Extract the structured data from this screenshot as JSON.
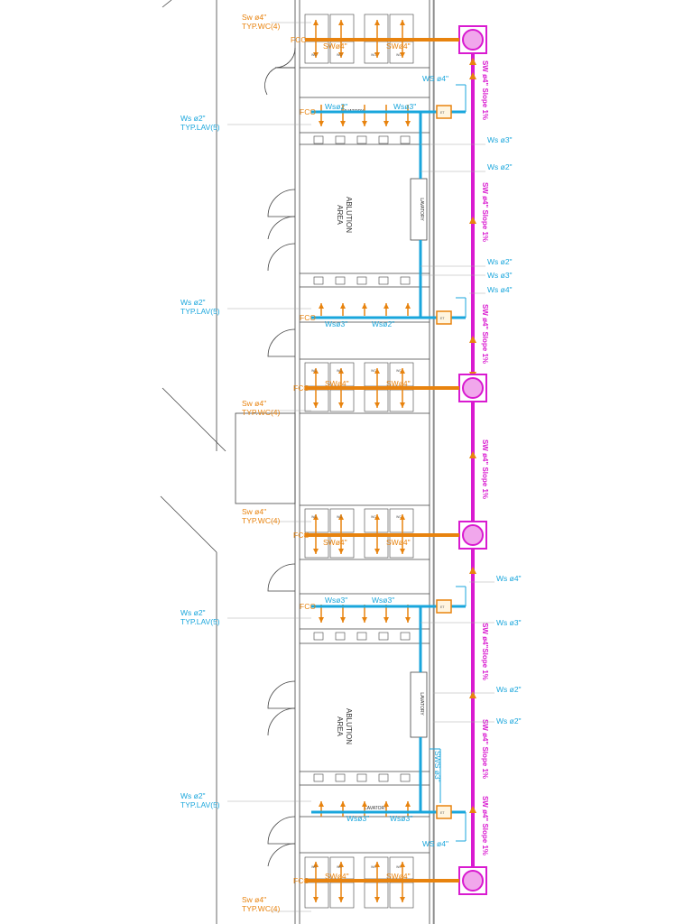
{
  "colors": {
    "soil": "#e8830e",
    "water": "#19a6dc",
    "storm": "#d91bd0",
    "wall": "#444444"
  },
  "rooms": {
    "ablution": "ABLUTION\nAREA",
    "lavatory": "LAVATORY",
    "wc": "WC"
  },
  "labels": {
    "sw4": "Sw ø4\"",
    "typ_wc": "TYP.WC(4)",
    "ws2": "Ws ø2\"",
    "typ_lav": "TYP.LAV(5)",
    "ws3": "Ws ø3\"",
    "ws4": "Ws ø4\"",
    "ws4_caps": "WS ø4\"",
    "sw_run": "SW ø4\"",
    "fco": "FCO",
    "et": "ET",
    "ws3_vertical": "SWS ø3\"",
    "slope": "Slope 1%",
    "sw_slope_joined": "SW ø4\"Slope 1%"
  }
}
